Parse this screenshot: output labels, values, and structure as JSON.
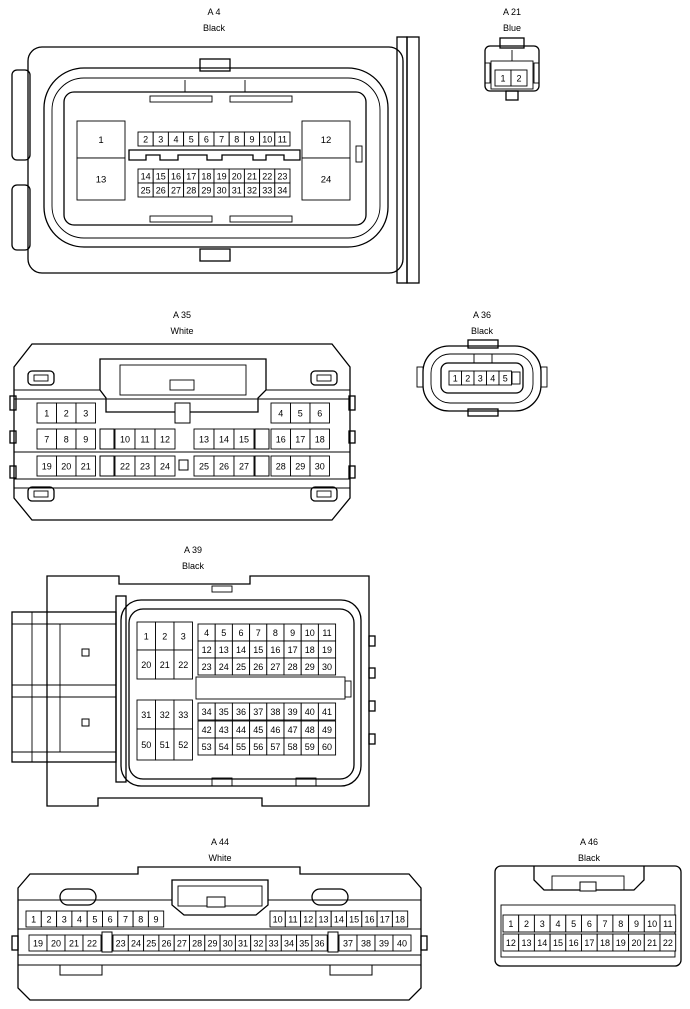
{
  "connectors": [
    {
      "id": "a4",
      "code": "A 4",
      "color": "Black",
      "pins": [
        "1",
        "2",
        "3",
        "4",
        "5",
        "6",
        "7",
        "8",
        "9",
        "10",
        "11",
        "12",
        "13",
        "14",
        "15",
        "16",
        "17",
        "18",
        "19",
        "20",
        "21",
        "22",
        "23",
        "24",
        "25",
        "26",
        "27",
        "28",
        "29",
        "30",
        "31",
        "32",
        "33",
        "34"
      ]
    },
    {
      "id": "a21",
      "code": "A 21",
      "color": "Blue",
      "pins": [
        "1",
        "2"
      ]
    },
    {
      "id": "a35",
      "code": "A 35",
      "color": "White",
      "pins": [
        "1",
        "2",
        "3",
        "4",
        "5",
        "6",
        "7",
        "8",
        "9",
        "10",
        "11",
        "12",
        "13",
        "14",
        "15",
        "16",
        "17",
        "18",
        "19",
        "20",
        "21",
        "22",
        "23",
        "24",
        "25",
        "26",
        "27",
        "28",
        "29",
        "30"
      ]
    },
    {
      "id": "a36",
      "code": "A 36",
      "color": "Black",
      "pins": [
        "1",
        "2",
        "3",
        "4",
        "5"
      ]
    },
    {
      "id": "a39",
      "code": "A 39",
      "color": "Black",
      "pins": [
        "1",
        "2",
        "3",
        "4",
        "5",
        "6",
        "7",
        "8",
        "9",
        "10",
        "11",
        "12",
        "13",
        "14",
        "15",
        "16",
        "17",
        "18",
        "19",
        "20",
        "21",
        "22",
        "23",
        "24",
        "25",
        "26",
        "27",
        "28",
        "29",
        "30",
        "31",
        "32",
        "33",
        "34",
        "35",
        "36",
        "37",
        "38",
        "39",
        "40",
        "41",
        "42",
        "43",
        "44",
        "45",
        "46",
        "47",
        "48",
        "49",
        "50",
        "51",
        "52",
        "53",
        "54",
        "55",
        "56",
        "57",
        "58",
        "59",
        "60"
      ]
    },
    {
      "id": "a44",
      "code": "A 44",
      "color": "White",
      "pins": [
        "1",
        "2",
        "3",
        "4",
        "5",
        "6",
        "7",
        "8",
        "9",
        "10",
        "11",
        "12",
        "13",
        "14",
        "15",
        "16",
        "17",
        "18",
        "19",
        "20",
        "21",
        "22",
        "23",
        "24",
        "25",
        "26",
        "27",
        "28",
        "29",
        "30",
        "31",
        "32",
        "33",
        "34",
        "35",
        "36",
        "37",
        "38",
        "39",
        "40"
      ]
    },
    {
      "id": "a46",
      "code": "A 46",
      "color": "Black",
      "pins": [
        "1",
        "2",
        "3",
        "4",
        "5",
        "6",
        "7",
        "8",
        "9",
        "10",
        "11",
        "12",
        "13",
        "14",
        "15",
        "16",
        "17",
        "18",
        "19",
        "20",
        "21",
        "22"
      ]
    }
  ]
}
